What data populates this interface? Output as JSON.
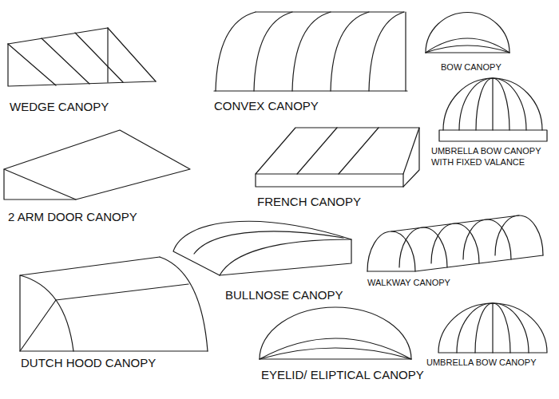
{
  "diagram": {
    "labels": [
      "WEDGE CANOPY",
      "CONVEX CANOPY",
      "BOW CANOPY",
      "UMBRELLA BOW CANOPY WITH FIXED VALANCE",
      "2 ARM DOOR CANOPY",
      "FRENCH CANOPY",
      "BULLNOSE CANOPY",
      "WALKWAY CANOPY",
      "DUTCH HOOD CANOPY",
      "EYELID/ ELIPTICAL CANOPY",
      "UMBRELLA BOW CANOPY"
    ]
  }
}
